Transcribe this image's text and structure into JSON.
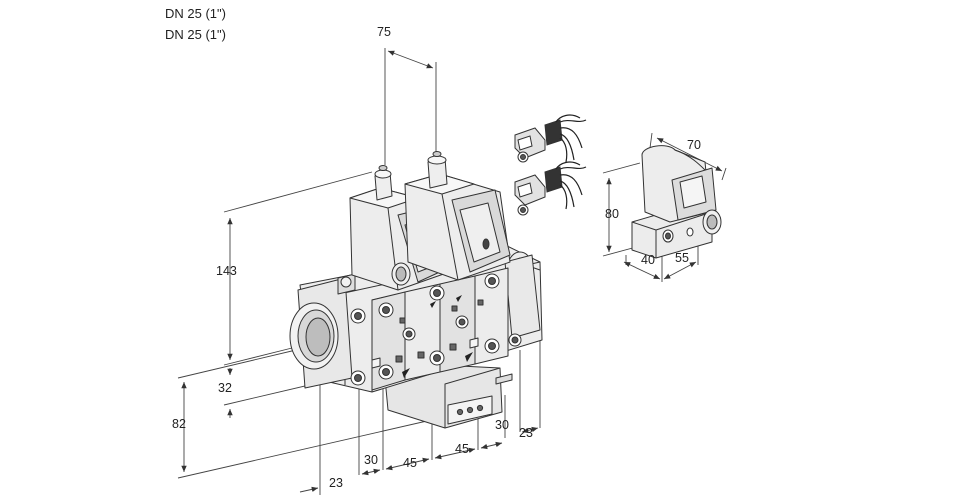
{
  "header": {
    "line1": "DN 25 (1\")",
    "line2": "DN 25 (1\")"
  },
  "dimensions": {
    "d75": "75",
    "d143": "143",
    "d32": "32",
    "d82": "82",
    "d70": "70",
    "d80": "80",
    "d40": "40",
    "d55": "55",
    "d30_left": "30",
    "d45_left": "45",
    "d45_right": "45",
    "d30_right": "30",
    "d23_right": "23",
    "d23_bottom": "23"
  },
  "colors": {
    "line": "#333333",
    "body_fill": "#eeeeee",
    "shadow_fill": "#c9c9c9",
    "dark_fill": "#555555",
    "dim_line": "#444444"
  }
}
